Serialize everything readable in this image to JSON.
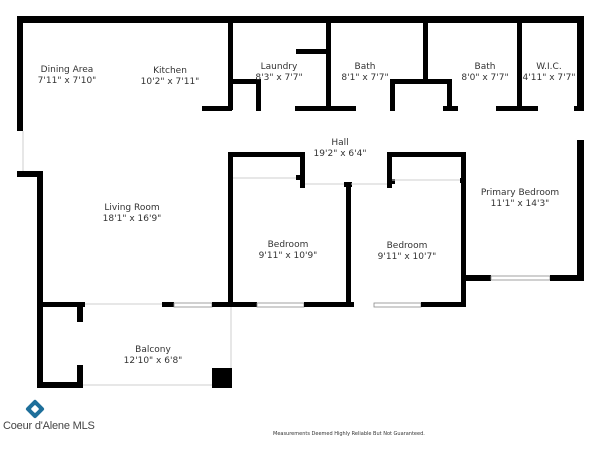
{
  "rooms": {
    "dining": {
      "name": "Dining Area",
      "dim": "7'11\" x 7'10\""
    },
    "kitchen": {
      "name": "Kitchen",
      "dim": "10'2\" x 7'11\""
    },
    "laundry": {
      "name": "Laundry",
      "dim": "8'3\" x 7'7\""
    },
    "bath1": {
      "name": "Bath",
      "dim": "8'1\" x 7'7\""
    },
    "bath2": {
      "name": "Bath",
      "dim": "8'0\" x 7'7\""
    },
    "wic": {
      "name": "W.I.C.",
      "dim": "4'11\" x 7'7\""
    },
    "hall": {
      "name": "Hall",
      "dim": "19'2\" x 6'4\""
    },
    "living": {
      "name": "Living Room",
      "dim": "18'1\" x 16'9\""
    },
    "bedroom1": {
      "name": "Bedroom",
      "dim": "9'11\" x 10'9\""
    },
    "bedroom2": {
      "name": "Bedroom",
      "dim": "9'11\" x 10'7\""
    },
    "primary": {
      "name": "Primary Bedroom",
      "dim": "11'1\" x 14'3\""
    },
    "balcony": {
      "name": "Balcony",
      "dim": "12'10\" x 6'8\""
    }
  },
  "footer": {
    "disclaimer": "Measurements Deemed Highly Reliable But Not Guaranteed.",
    "logo_text": "Coeur d'Alene MLS"
  },
  "colors": {
    "wall": "#000000",
    "text": "#333333",
    "logo": "#1e6f9a"
  }
}
